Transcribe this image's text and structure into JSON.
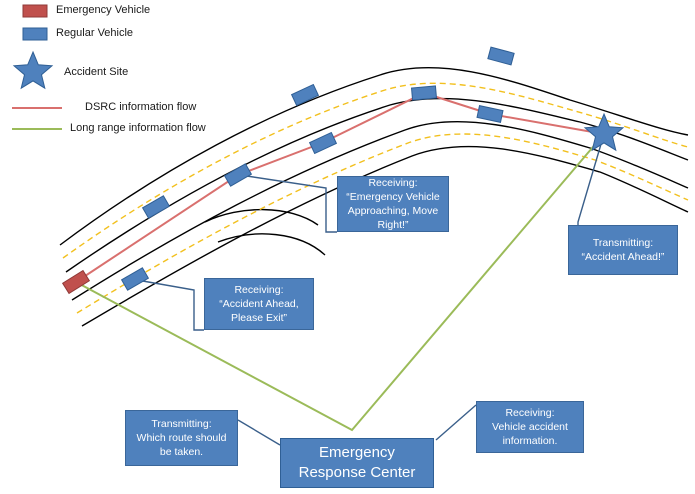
{
  "legend": {
    "emergency_vehicle": "Emergency Vehicle",
    "regular_vehicle": "Regular Vehicle",
    "accident_site": "Accident Site",
    "dsrc_flow": "DSRC information flow",
    "long_range_flow": "Long range information flow"
  },
  "boxes": {
    "receiving_emergency": "Receiving:\n“Emergency Vehicle\nApproaching, Move\nRight!”",
    "receiving_accident": "Receiving:\n“Accident Ahead,\nPlease Exit”",
    "transmitting_accident": "Transmitting:\n“Accident Ahead!”",
    "transmitting_route": "Transmitting:\nWhich route should\nbe taken.",
    "receiving_info": "Receiving:\nVehicle accident\ninformation.",
    "response_center": "Emergency\nResponse Center"
  },
  "colors": {
    "emergency_vehicle": "#c0504d",
    "regular_vehicle": "#4f81bd",
    "accident_site": "#4f81bd",
    "dsrc_flow": "#d9706e",
    "long_range_flow": "#9bbb59",
    "lane_marking": "#f2c01e",
    "road_edge": "#000000",
    "callout_line": "#3a5f8a"
  },
  "icons": {
    "emergency_vehicle": "red-rectangle",
    "regular_vehicle": "blue-rectangle",
    "accident_site": "blue-star"
  }
}
